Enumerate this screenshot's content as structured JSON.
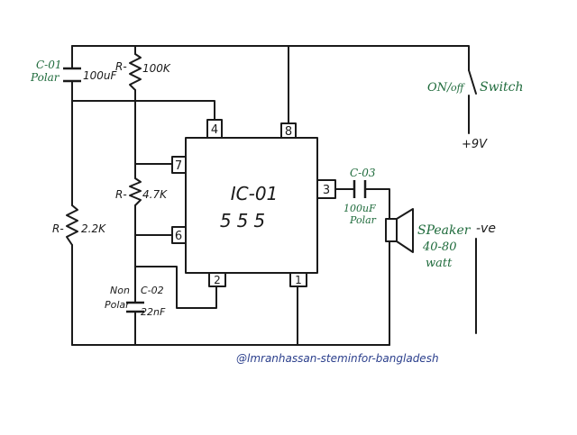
{
  "ic": {
    "name": "IC-01",
    "part": "555",
    "pins": {
      "p1": "1",
      "p2": "2",
      "p3": "3",
      "p4": "4",
      "p6": "6",
      "p7": "7",
      "p8": "8"
    }
  },
  "c01": {
    "ref": "C-01",
    "type": "Polar",
    "value": "100uF"
  },
  "r100k": {
    "ref": "R-",
    "value": "100K"
  },
  "r47k": {
    "ref": "R-",
    "value": "4.7K"
  },
  "r22k": {
    "ref": "R-",
    "value": "2.2K"
  },
  "c02": {
    "type1": "Non",
    "type2": "Polar",
    "ref": "C-02",
    "value": "22nF"
  },
  "c03": {
    "ref": "C-03",
    "value": "100uF",
    "type": "Polar"
  },
  "switch": {
    "label_on": "ON/",
    "label_off": "off",
    "label": "Switch",
    "supply": "+9V"
  },
  "speaker": {
    "label": "SPeaker",
    "line1": "40-80",
    "line2": "watt",
    "neg": "-ve"
  },
  "credit": "@lmranhassan-steminfor-bangladesh",
  "colors": {
    "ink": "#1a1a1a",
    "label": "#1f6b3c",
    "credit": "#2b3f8c"
  }
}
